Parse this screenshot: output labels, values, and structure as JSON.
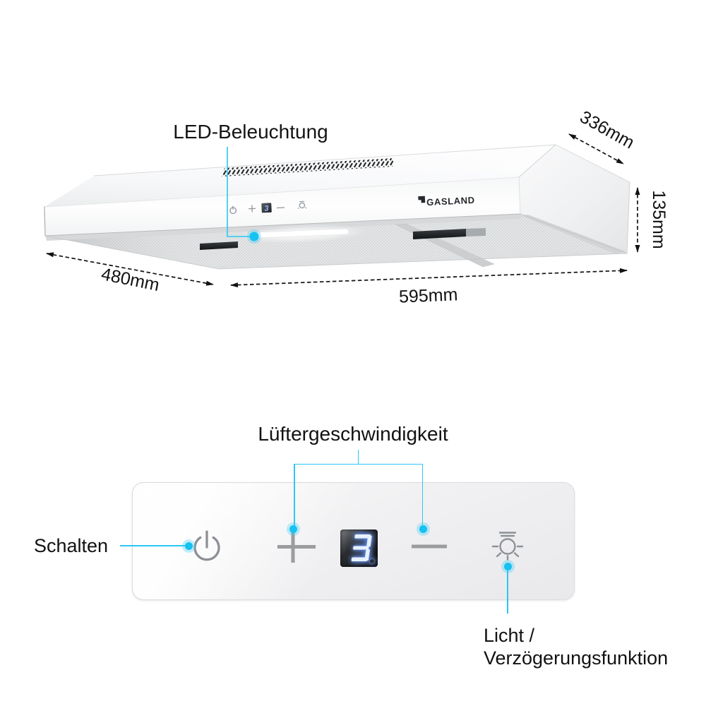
{
  "annotations": {
    "led_label": "LED-Beleuchtung",
    "dim_width": "595mm",
    "dim_depth": "480mm",
    "dim_height": "135mm",
    "dim_top_depth": "336mm"
  },
  "product": {
    "brand": "GASLAND",
    "fan_speed_display": "3"
  },
  "control_panel": {
    "title": "Lüftergeschwindigkeit",
    "power_label": "Schalten",
    "light_label_line1": "Licht /",
    "light_label_line2": "Verzögerungsfunktion",
    "fan_speed_display": "3",
    "icons": [
      "power-icon",
      "plus-icon",
      "fan-speed-display",
      "minus-icon",
      "light-icon"
    ]
  },
  "colors": {
    "accent_cyan": "#2bc7f4",
    "display_glow_blue": "#2f6bf0",
    "label_text": "#121212",
    "icon_gray": "#8d9196"
  }
}
